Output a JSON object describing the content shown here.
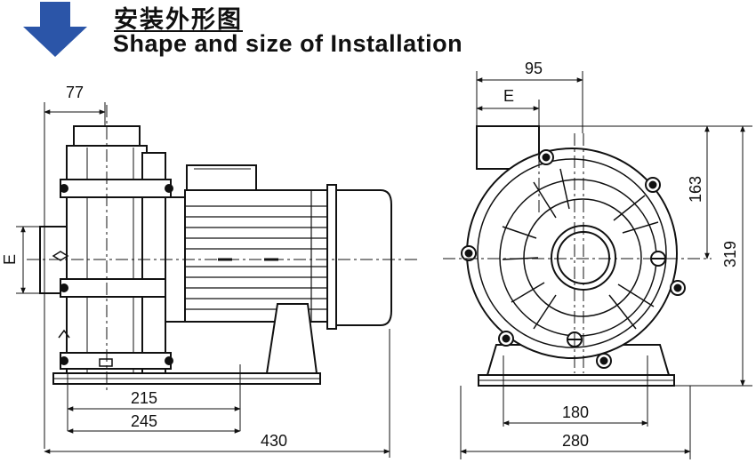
{
  "title": {
    "chinese": "安装外形图",
    "english": "Shape and size of Installation"
  },
  "colors": {
    "arrow": "#2b55a8",
    "line": "#111111",
    "background": "#ffffff"
  },
  "side_view": {
    "dimensions": {
      "inlet_offset": "77",
      "outlet_height": "E",
      "mount_inner": "215",
      "mount_outer": "245",
      "overall_length": "430"
    }
  },
  "front_view": {
    "dimensions": {
      "inlet_width": "95",
      "inlet_offset": "E",
      "center_height": "163",
      "overall_height": "319",
      "foot_inner": "180",
      "foot_outer": "280"
    }
  }
}
